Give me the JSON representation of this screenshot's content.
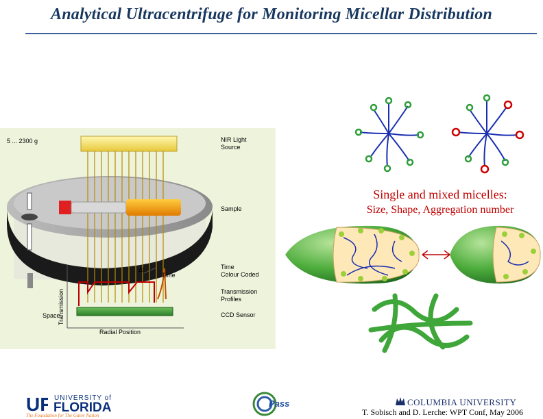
{
  "title": "Analytical Ultracentrifuge for Monitoring Micellar Distribution",
  "diagram": {
    "speed_label": "5 ... 2300 g",
    "nir_label_1": "NIR Light",
    "nir_label_2": "Source",
    "sample_label": "Sample",
    "time_cc_1": "Time",
    "time_cc_2": "Colour Coded",
    "trans_prof_1": "Transmission",
    "trans_prof_2": "Profiles",
    "ccd_label": "CCD Sensor",
    "delta_t": "Δt",
    "time_label": "Time",
    "space_label": "Space",
    "transmission_axis": "Transmission",
    "radial_axis": "Radial Position"
  },
  "micelles": {
    "caption": "Single and mixed micelles:",
    "subcaption": "Size, Shape, Aggregation number"
  },
  "footer": {
    "uf_univ": "UNIVERSITY of",
    "uf_florida": "FLORIDA",
    "uf_tagline": "The Foundation for The Gator Nation",
    "pass": "Pass",
    "columbia": "COLUMBIA UNIVERSITY",
    "credit": "T. Sobisch and D. Lerche: WPT Conf, May 2006"
  },
  "colors": {
    "title": "#17375e",
    "accent_red": "#c00000",
    "panel_bg": "#eef4dc",
    "micelle_green": "#3fa63a",
    "chain_blue": "#1a2fb0"
  }
}
